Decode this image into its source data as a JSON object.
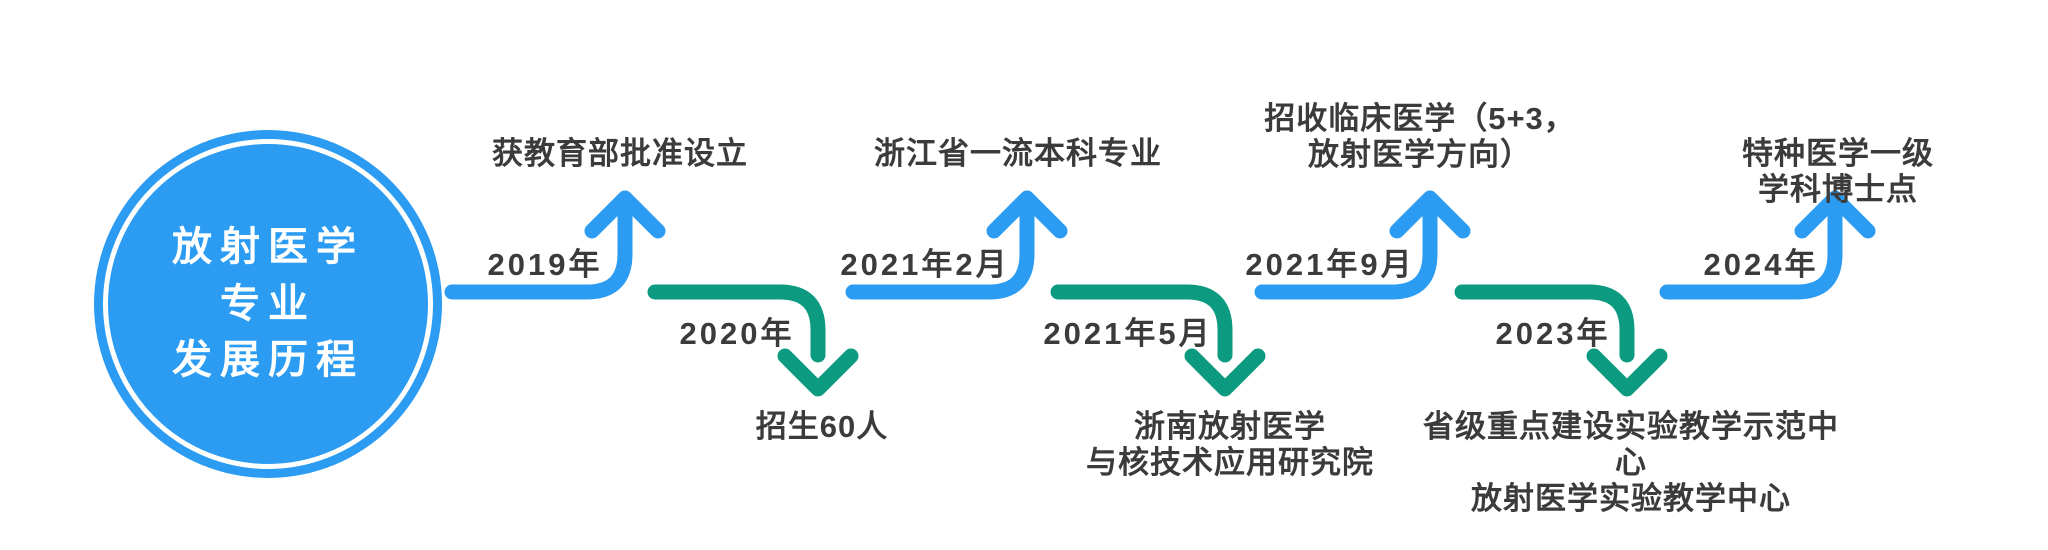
{
  "theme": {
    "blue": "#2B9CF2",
    "green": "#0C9B80",
    "text": "#3B3B3B",
    "circle_text": "#FFFFFF",
    "background": "#FFFFFF"
  },
  "circle": {
    "title": "放射医学\n专业\n发展历程"
  },
  "timeline": {
    "milestones": [
      {
        "year": "2019年",
        "label": "获教育部批准设立",
        "direction": "up",
        "color": "blue"
      },
      {
        "year": "2020年",
        "label": "招生60人",
        "direction": "down",
        "color": "green"
      },
      {
        "year": "2021年2月",
        "label": "浙江省一流本科专业",
        "direction": "up",
        "color": "blue"
      },
      {
        "year": "2021年5月",
        "label": "浙南放射医学\n与核技术应用研究院",
        "direction": "down",
        "color": "green"
      },
      {
        "year": "2021年9月",
        "label": "招收临床医学（5+3，\n放射医学方向）",
        "direction": "up",
        "color": "blue"
      },
      {
        "year": "2023年",
        "label": "省级重点建设实验教学示范中心\n放射医学实验教学中心",
        "direction": "down",
        "color": "green"
      },
      {
        "year": "2024年",
        "label": "特种医学一级学科博士点",
        "direction": "up",
        "color": "blue"
      }
    ]
  }
}
